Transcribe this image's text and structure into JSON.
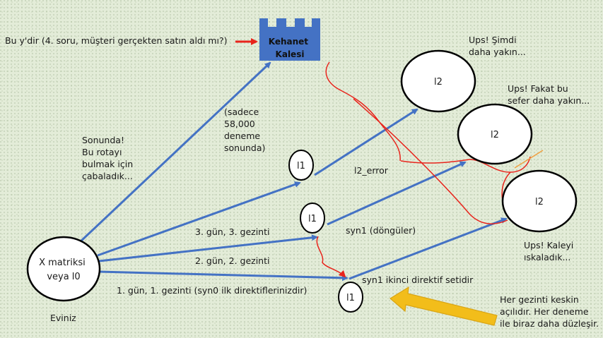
{
  "nodes": {
    "home": "X matriksi\nveya l0",
    "l1_a": "l1",
    "l1_b": "l1",
    "l1_c": "l1",
    "l2_a": "l2",
    "l2_b": "l2",
    "l2_c": "l2",
    "castle": "Kehanet\nKalesi"
  },
  "labels": {
    "question": "Bu y'dir (4. soru, müşteri gerçekten satın aldı mı?)",
    "sonunda": "Sonunda!\nBu rotayı\nbulmak için\nçabaladık...",
    "sadece": "(sadece\n58,000\ndeneme\nsonunda)",
    "l2_error": "l2_error",
    "syn1_loops": "syn1 (döngüler)",
    "syn1_second": "syn1 ikinci direktif setidir",
    "day3": "3. gün, 3. gezinti",
    "day2": "2. gün, 2. gezinti",
    "day1": "1. gün, 1. gezinti (syn0 ilk direktiflerinizdir)",
    "evin": "Eviniz",
    "ups1": "Ups! Şimdi\ndaha yakın...",
    "ups2": "Ups! Fakat bu\nsefer daha yakın...",
    "ups3": "Ups! Kaleyi\nıskaladık...",
    "gezinti": "Her gezinti keskin\naçılıdır. Her deneme\nile biraz daha düzleşir."
  },
  "colors": {
    "blue_arrow": "#4472c4",
    "red_path": "#e8241c",
    "orange_tangent": "#f0a040",
    "castle": "#4472c4",
    "hint_arrow": "#f2bd1a"
  }
}
